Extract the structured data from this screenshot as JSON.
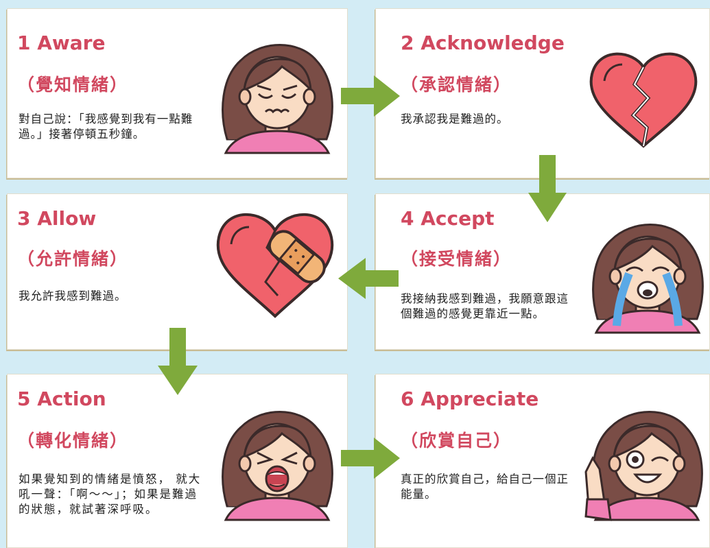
{
  "steps": [
    {
      "title": "1 Aware",
      "subtitle": "（覺知情緒）",
      "desc": "對自己說：「我感覺到我有一點難過。」接著停頓五秒鐘。",
      "icon": "sad-girl-icon"
    },
    {
      "title": "2 Acknowledge",
      "subtitle": "（承認情緒）",
      "desc": "我承認我是難過的。",
      "icon": "broken-heart-icon"
    },
    {
      "title": "3 Allow",
      "subtitle": "（允許情緒）",
      "desc": "我允許我感到難過。",
      "icon": "bandaged-heart-icon"
    },
    {
      "title": "4 Accept",
      "subtitle": "（接受情緒）",
      "desc": "我接納我感到難過，我願意跟這個難過的感覺更靠近一點。",
      "icon": "crying-girl-icon"
    },
    {
      "title": "5 Action",
      "subtitle": "（轉化情緒）",
      "desc": "如果覺知到的情緒是憤怒， 就大吼一聲：「啊～～」；如果是難過的狀態，就試著深呼吸。",
      "icon": "shouting-girl-icon"
    },
    {
      "title": "6 Appreciate",
      "subtitle": "（欣賞自己）",
      "desc": "真正的欣賞自己，給自己一個正能量。",
      "icon": "winking-girl-icon"
    }
  ],
  "colors": {
    "background": "#d3ecf5",
    "title": "#d1485f",
    "arrow": "#7faa3c",
    "heart": "#f0626b",
    "hair": "#7a4d46",
    "skin": "#f9dcc4",
    "shirt": "#f07fb4"
  }
}
